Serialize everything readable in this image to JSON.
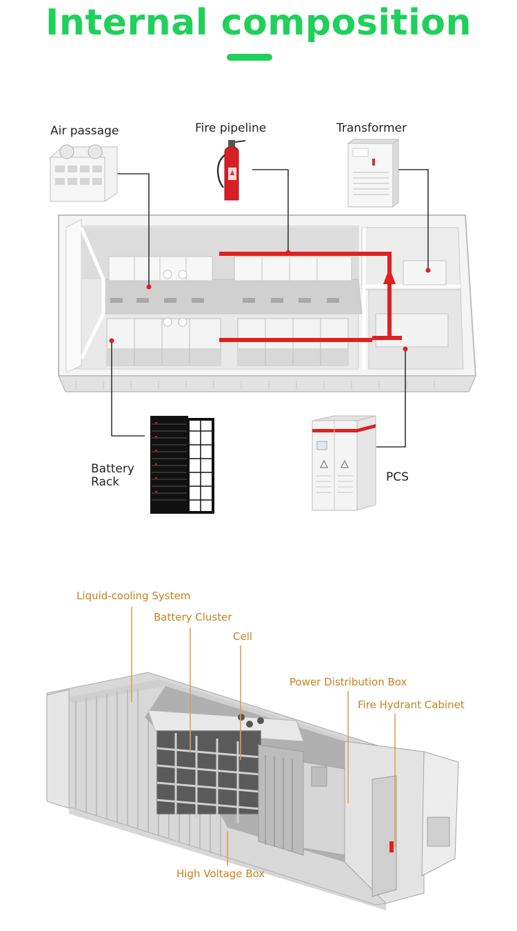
{
  "page": {
    "title": "Internal composition"
  },
  "top_diagram": {
    "labels": {
      "air_passage": "Air passage",
      "fire_pipeline": "Fire pipeline",
      "transformer": "Transformer",
      "battery_rack_line1": "Battery",
      "battery_rack_line2": "Rack",
      "pcs": "PCS"
    },
    "colors": {
      "pipe": "#e02020",
      "leader": "#333333",
      "accent": "#1fd05a"
    }
  },
  "bottom_diagram": {
    "labels": {
      "liquid_cooling": "Liquid-cooling System",
      "battery_cluster": "Battery Cluster",
      "cell": "Cell",
      "power_distribution": "Power Distribution Box",
      "fire_hydrant": "Fire Hydrant Cabinet",
      "high_voltage": "High Voltage Box"
    },
    "colors": {
      "label": "#c8801e",
      "leader": "#d9a050"
    }
  }
}
